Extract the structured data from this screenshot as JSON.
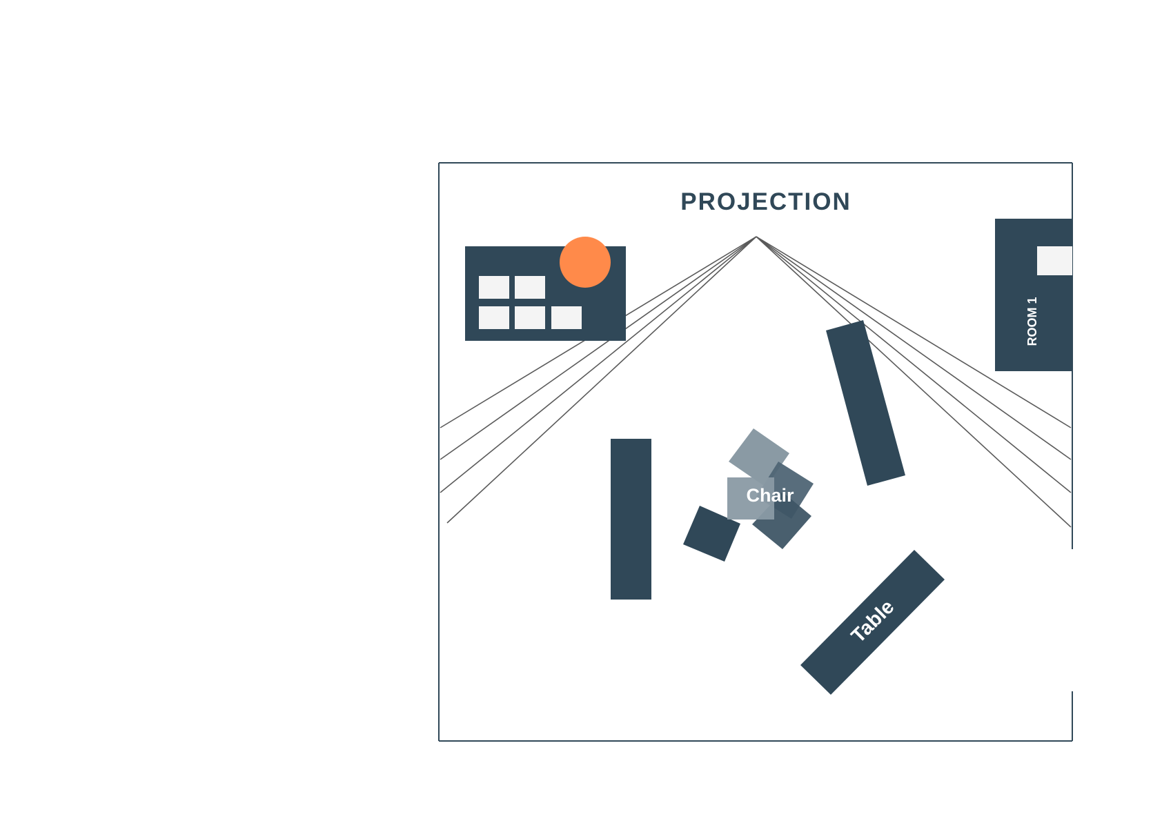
{
  "diagram": {
    "title": "PROJECTION",
    "room_label": "ROOM 1",
    "chair_label": "Chair",
    "table_label": "Table"
  },
  "colors": {
    "primary": "#304858",
    "accent": "#ff8a4a",
    "light": "#f4f4f4",
    "line": "#5a5a5a",
    "chair_light": "#8a9aa4",
    "chair_mid": "#4f6575",
    "background": "#ffffff"
  }
}
